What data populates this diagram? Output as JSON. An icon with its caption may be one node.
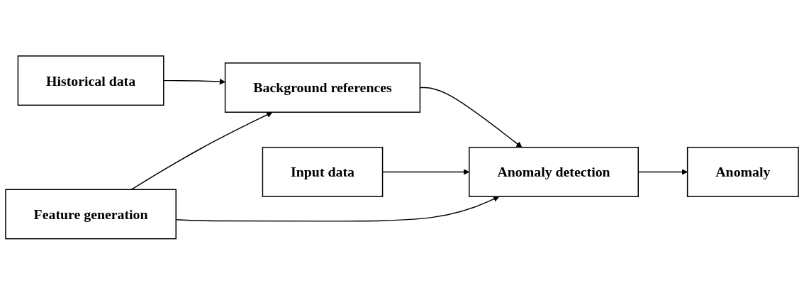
{
  "diagram": {
    "nodes": [
      {
        "text": [
          "Historical data"
        ]
      },
      {
        "text": [
          "Background references"
        ]
      },
      {
        "text": [
          "Feature generation"
        ]
      },
      {
        "text": [
          "Input data"
        ]
      },
      {
        "text": [
          "Anomaly detection"
        ]
      },
      {
        "text": [
          "Anomaly"
        ]
      }
    ],
    "edges": [
      {
        "from": 0,
        "to": 1,
        "arrow": "to"
      },
      {
        "from": 2,
        "to": 1,
        "arrow": "to"
      },
      {
        "from": 2,
        "to": 4,
        "arrow": "to"
      },
      {
        "from": 1,
        "to": 4,
        "arrow": "to"
      },
      {
        "from": 3,
        "to": 4,
        "arrow": "to"
      },
      {
        "from": 4,
        "to": 5,
        "arrow": "to"
      }
    ]
  }
}
